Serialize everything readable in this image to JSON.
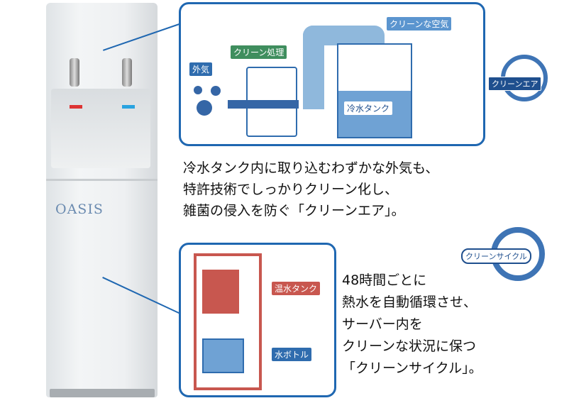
{
  "dispenser": {
    "brand": "OASIS"
  },
  "clean_air_diagram": {
    "outside_air": "外気",
    "clean_process": "クリーン処理",
    "clean_air": "クリーンな空気",
    "cold_tank": "冷水タンク"
  },
  "clean_air_badge": "クリーンエア",
  "clean_air_text": [
    "冷水タンク内に取り込むわずかな外気も、",
    "特許技術でしっかりクリーン化し、",
    "雑菌の侵入を防ぐ「クリーンエア」。"
  ],
  "clean_cycle_diagram": {
    "hot_tank": "温水タンク",
    "water_bottle": "水ボトル"
  },
  "clean_cycle_badge": "クリーンサイクル",
  "clean_cycle_text": [
    "48時間ごとに",
    "熱水を自動循環させ、",
    "サーバー内を",
    "クリーンな状況に保つ",
    "「クリーンサイクル」。"
  ],
  "colors": {
    "blue": "#1f67b1",
    "light_blue": "#8fb8dc",
    "red": "#c8574f",
    "green": "#3f8e5e"
  }
}
